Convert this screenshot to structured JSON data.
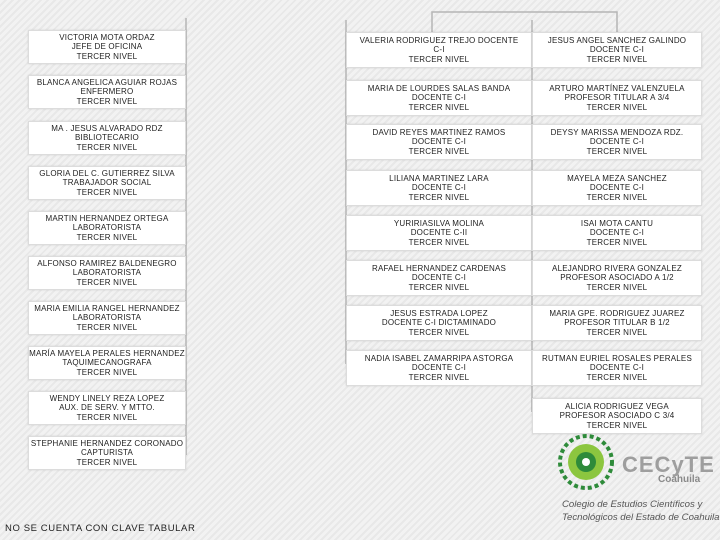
{
  "left_column": [
    {
      "lines": [
        "VICTORIA MOTA ORDAZ",
        "JEFE DE OFICINA",
        "TERCER NIVEL"
      ]
    },
    {
      "lines": [
        "BLANCA ANGELICA AGUIAR ROJAS",
        "ENFERMERO",
        "TERCER NIVEL"
      ]
    },
    {
      "lines": [
        "MA . JESUS ALVARADO RDZ",
        "BIBLIOTECARIO",
        "TERCER NIVEL"
      ]
    },
    {
      "lines": [
        "GLORIA DEL C. GUTIERREZ SILVA",
        "TRABAJADOR SOCIAL",
        "TERCER NIVEL"
      ]
    },
    {
      "lines": [
        "MARTIN HERNANDEZ ORTEGA",
        "LABORATORISTA",
        "TERCER NIVEL"
      ]
    },
    {
      "lines": [
        "ALFONSO RAMIREZ BALDENEGRO",
        "LABORATORISTA",
        "TERCER NIVEL"
      ]
    },
    {
      "lines": [
        "MARIA EMILIA RANGEL HERNANDEZ",
        "LABORATORISTA",
        "TERCER NIVEL"
      ]
    },
    {
      "lines": [
        "MARÍA MAYELA PERALES HERNANDEZ",
        "TAQUIMECANOGRAFA",
        "TERCER NIVEL"
      ]
    },
    {
      "lines": [
        "WENDY LINELY REZA LOPEZ",
        "AUX. DE SERV. Y MTTO.",
        "TERCER NIVEL"
      ]
    },
    {
      "lines": [
        "STEPHANIE HERNANDEZ CORONADO",
        "CAPTURISTA",
        "TERCER NIVEL"
      ]
    }
  ],
  "middle_column": [
    {
      "lines": [
        "VALERIA RODRIGUEZ TREJO DOCENTE",
        "C-I",
        "TERCER NIVEL"
      ]
    },
    {
      "lines": [
        "MARIA DE LOURDES SALAS BANDA",
        "DOCENTE C-I",
        "TERCER NIVEL"
      ]
    },
    {
      "lines": [
        "DAVID REYES MARTINEZ RAMOS",
        "DOCENTE C-I",
        "TERCER NIVEL"
      ]
    },
    {
      "lines": [
        "LILIANA MARTINEZ LARA",
        "DOCENTE C-I",
        "TERCER NIVEL"
      ]
    },
    {
      "lines": [
        "YURIRIASILVA MOLINA",
        "DOCENTE C-II",
        "TERCER NIVEL"
      ]
    },
    {
      "lines": [
        "RAFAEL HERNANDEZ CARDENAS",
        "DOCENTE C-I",
        "TERCER NIVEL"
      ]
    },
    {
      "lines": [
        "JESUS ESTRADA LOPEZ",
        "DOCENTE C-I DICTAMINADO",
        "TERCER NIVEL"
      ]
    },
    {
      "lines": [
        "NADIA ISABEL ZAMARRIPA ASTORGA",
        "DOCENTE C-I",
        "TERCER NIVEL"
      ]
    }
  ],
  "right_column": [
    {
      "lines": [
        "JESUS ANGEL SANCHEZ GALINDO",
        "DOCENTE C-I",
        "TERCER NIVEL"
      ]
    },
    {
      "lines": [
        "ARTURO MARTÍNEZ VALENZUELA",
        "PROFESOR TITULAR A 3/4",
        "TERCER NIVEL"
      ]
    },
    {
      "lines": [
        "DEYSY MARISSA MENDOZA RDZ.",
        "DOCENTE C-I",
        "TERCER NIVEL"
      ]
    },
    {
      "lines": [
        "MAYELA MEZA SANCHEZ",
        "DOCENTE C-I",
        "TERCER NIVEL"
      ]
    },
    {
      "lines": [
        "ISAI MOTA CANTU",
        "DOCENTE C-I",
        "TERCER NIVEL"
      ]
    },
    {
      "lines": [
        "ALEJANDRO RIVERA GONZALEZ",
        "PROFESOR ASOCIADO A 1/2",
        "TERCER NIVEL"
      ]
    },
    {
      "lines": [
        "MARIA GPE. RODRIGUEZ JUAREZ",
        "PROFESOR TITULAR B 1/2",
        "TERCER NIVEL"
      ]
    },
    {
      "lines": [
        "RUTMAN EURIEL ROSALES PERALES",
        "DOCENTE C-I",
        "TERCER NIVEL"
      ]
    },
    {
      "lines": [
        "ALICIA RODRIGUEZ VEGA",
        "PROFESOR ASOCIADO C 3/4",
        "TERCER NIVEL"
      ]
    }
  ],
  "footer_note": "NO SE CUENTA CON CLAVE TABULAR",
  "logo": {
    "brand": "CECyTE",
    "state": "Coahuila",
    "org_line1": "Colegio de Estudios Científicos y",
    "org_line2": "Tecnológicos del Estado de Coahuila",
    "colors": {
      "green_dark": "#2e8b3a",
      "green_light": "#8cc63f",
      "gray": "#9e9e9e"
    }
  },
  "colors": {
    "connector": "#b5b5b5",
    "box_border": "#dcdcdc"
  }
}
